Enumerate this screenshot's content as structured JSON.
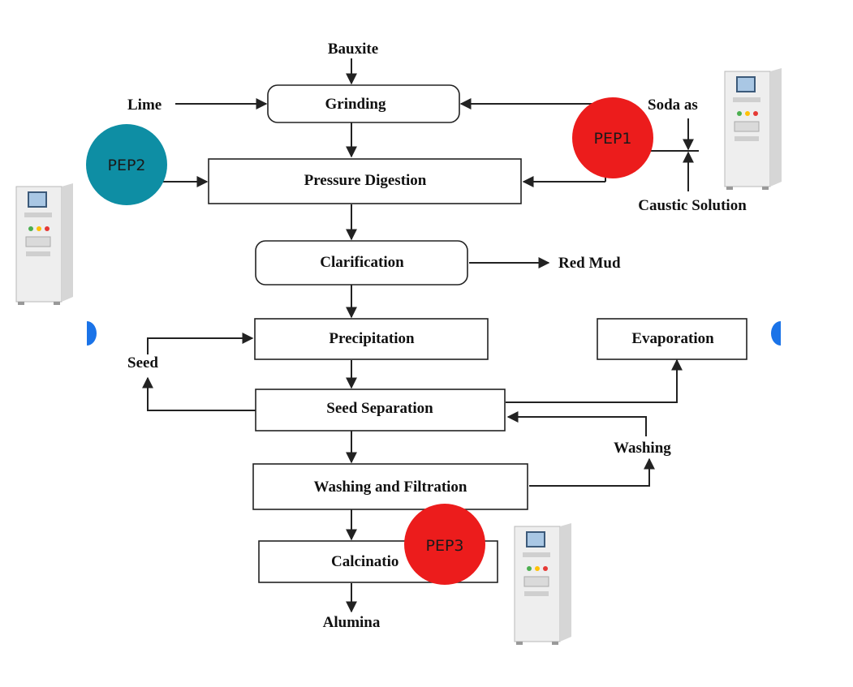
{
  "nodes": {
    "bauxite": "Bauxite",
    "lime": "Lime",
    "grinding": "Grinding",
    "soda_ash": "Soda as",
    "pressure_digestion": "Pressure Digestion",
    "caustic_solution": "Caustic Solution",
    "clarification": "Clarification",
    "red_mud": "Red Mud",
    "precipitation": "Precipitation",
    "evaporation": "Evaporation",
    "seed": "Seed",
    "seed_separation": "Seed Separation",
    "washing": "Washing",
    "washing_filtration": "Washing and Filtration",
    "calcination": "Calcinatio",
    "alumina": "Alumina"
  },
  "badges": {
    "pep1": {
      "label": "PEP1",
      "color": "#ec1c1c"
    },
    "pep2": {
      "label": "PEP2",
      "color": "#0e8ea4"
    },
    "pep3": {
      "label": "PEP3",
      "color": "#ec1c1c"
    }
  },
  "colors": {
    "stroke": "#222222",
    "edge_marker": "#1a73e8"
  }
}
